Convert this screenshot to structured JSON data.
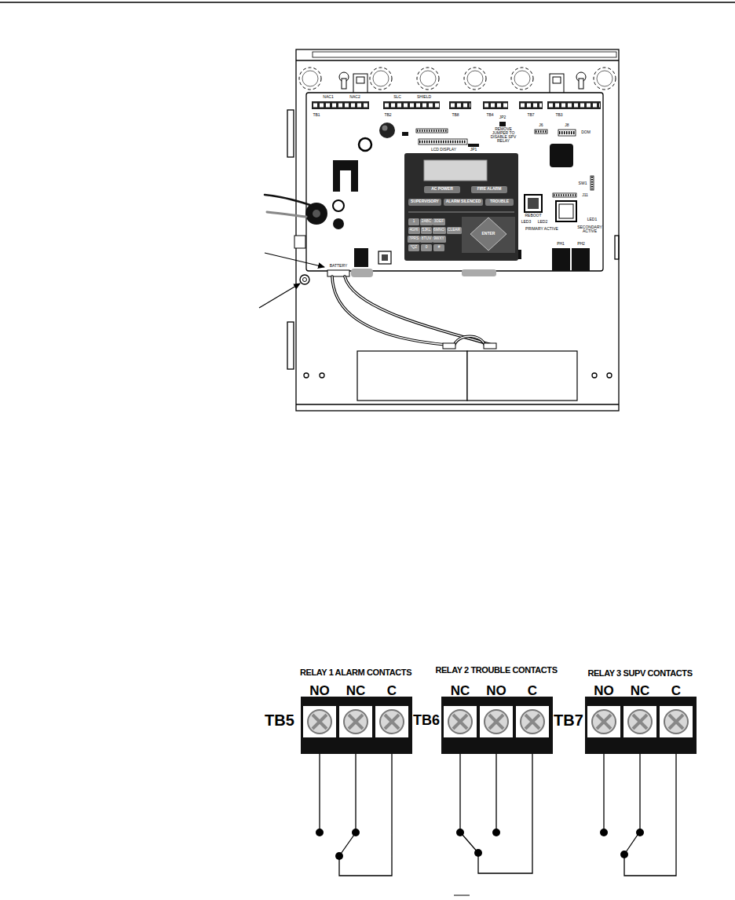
{
  "diagram": {
    "nodes": [
      {
        "text": [
          "AC POWER"
        ]
      },
      {
        "text": [
          "FIRE ALARM"
        ]
      },
      {
        "text": [
          "SUPERVISORY"
        ]
      },
      {
        "text": [
          "ALARM SILENCED"
        ]
      },
      {
        "text": [
          "TROUBLE"
        ]
      },
      {
        "text": [
          "1"
        ]
      },
      {
        "text": [
          "2ABC"
        ]
      },
      {
        "text": [
          "3DEF"
        ]
      },
      {
        "text": [
          "4GHI"
        ]
      },
      {
        "text": [
          "5JKL"
        ]
      },
      {
        "text": [
          "6MNO"
        ]
      },
      {
        "text": [
          "CLEAR"
        ]
      },
      {
        "text": [
          "7PRS"
        ]
      },
      {
        "text": [
          "8TUV"
        ]
      },
      {
        "text": [
          "9WXY"
        ]
      },
      {
        "text": [
          "*QZ"
        ]
      },
      {
        "text": [
          "0"
        ]
      },
      {
        "text": [
          "#"
        ]
      },
      {
        "text": [
          "ENTER"
        ]
      },
      {
        "text": [
          "RELAY 1 ALARM CONTACTS"
        ]
      },
      {
        "text": [
          "RELAY 2 TROUBLE CONTACTS"
        ]
      },
      {
        "text": [
          "RELAY 3 SUPV CONTACTS"
        ]
      }
    ],
    "labels": [
      "NO",
      "NC",
      "C",
      "TB5",
      "NC",
      "NO",
      "C",
      "TB6",
      "NO",
      "NC",
      "C",
      "TB7",
      "NAC1",
      "NAC2",
      "SLC",
      "SHIELD",
      "TB1",
      "TB2",
      "TB8",
      "TB4",
      "TB7",
      "TB3",
      "JP2",
      "REMOVE JUMPER TO DISABLE SPV RELAY",
      "J6",
      "J8",
      "DOM",
      "LCD DISPLAY",
      "JP1",
      "SW1",
      "J11",
      "REBOOT",
      "LED3",
      "LED2",
      "PRIMARY ACTIVE",
      "LED1",
      "SECONDARY ACTIVE",
      "PH1",
      "PH2",
      "BATTERY"
    ]
  }
}
